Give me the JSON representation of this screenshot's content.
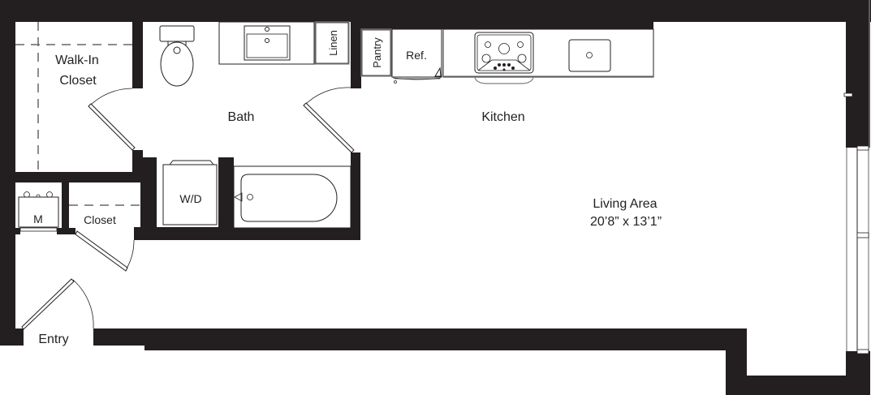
{
  "floor_plan": {
    "rooms": {
      "walk_in_closet": {
        "line1": "Walk-In",
        "line2": "Closet"
      },
      "bath": {
        "label": "Bath"
      },
      "kitchen": {
        "label": "Kitchen"
      },
      "living_area": {
        "label": "Living Area",
        "dimensions": "20’8” x 13’1”"
      },
      "closet": {
        "label": "Closet"
      },
      "entry": {
        "label": "Entry"
      }
    },
    "fixtures": {
      "linen": "Linen",
      "pantry": "Pantry",
      "refrigerator": "Ref.",
      "washer_dryer": "W/D",
      "mechanical": "M"
    },
    "colors": {
      "wall": "#231f20",
      "background": "#ffffff"
    }
  }
}
